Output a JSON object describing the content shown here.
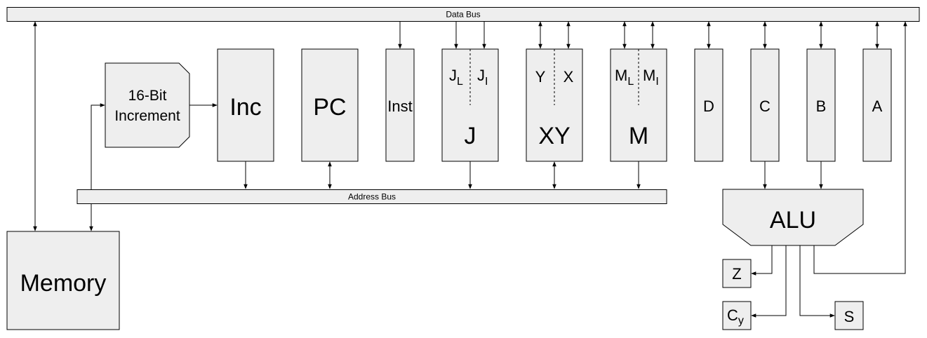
{
  "buses": {
    "data_bus": "Data Bus",
    "address_bus": "Address Bus"
  },
  "blocks": {
    "increment_line1": "16-Bit",
    "increment_line2": "Increment",
    "inc": "Inc",
    "pc": "PC",
    "inst": "Inst",
    "j": "J",
    "j_low": "J",
    "j_low_sub": "L",
    "j_high": "J",
    "j_high_sub": "I",
    "xy": "XY",
    "y": "Y",
    "x": "X",
    "m": "M",
    "m_low": "M",
    "m_low_sub": "L",
    "m_high": "M",
    "m_high_sub": "I",
    "d": "D",
    "c": "C",
    "b": "B",
    "a": "A",
    "alu": "ALU",
    "memory": "Memory",
    "z": "Z",
    "cy": "C",
    "cy_sub": "y",
    "s": "S"
  },
  "colors": {
    "fill": "#eeeeee",
    "stroke": "#000000"
  }
}
